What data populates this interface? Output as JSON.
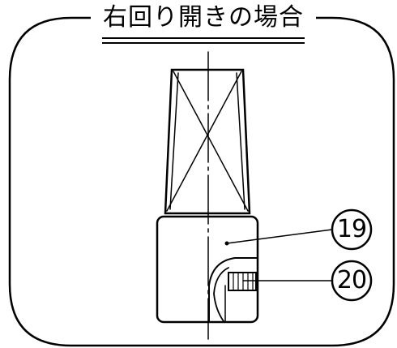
{
  "title": "右回り開きの場合",
  "callouts": [
    {
      "id": "part-19",
      "label": "19"
    },
    {
      "id": "part-20",
      "label": "20"
    }
  ],
  "colors": {
    "line": "#000000",
    "background": "#ffffff"
  }
}
